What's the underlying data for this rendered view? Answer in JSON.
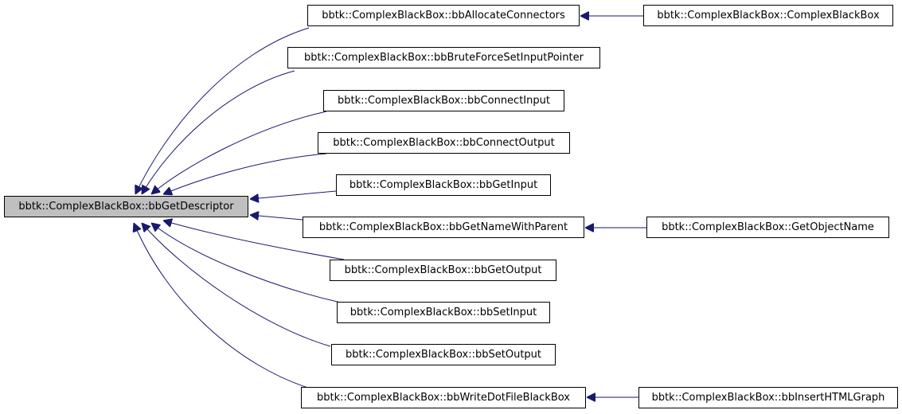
{
  "colors": {
    "edge": "#191970",
    "node_border": "#000000",
    "focus_fill": "#bfbfbf",
    "node_fill": "#ffffff"
  },
  "nodes": {
    "focus": "bbtk::ComplexBlackBox::bbGetDescriptor",
    "allocate_connectors": "bbtk::ComplexBlackBox::bbAllocateConnectors",
    "brute_force": "bbtk::ComplexBlackBox::bbBruteForceSetInputPointer",
    "connect_input": "bbtk::ComplexBlackBox::bbConnectInput",
    "connect_output": "bbtk::ComplexBlackBox::bbConnectOutput",
    "get_input": "bbtk::ComplexBlackBox::bbGetInput",
    "get_name_with_parent": "bbtk::ComplexBlackBox::bbGetNameWithParent",
    "get_output": "bbtk::ComplexBlackBox::bbGetOutput",
    "set_input": "bbtk::ComplexBlackBox::bbSetInput",
    "set_output": "bbtk::ComplexBlackBox::bbSetOutput",
    "write_dot": "bbtk::ComplexBlackBox::bbWriteDotFileBlackBox",
    "complex_black_box": "bbtk::ComplexBlackBox::ComplexBlackBox",
    "get_object_name": "bbtk::ComplexBlackBox::GetObjectName",
    "insert_html_graph": "bbtk::ComplexBlackBox::bbInsertHTMLGraph"
  },
  "edges": [
    {
      "from": "allocate_connectors",
      "to": "focus"
    },
    {
      "from": "brute_force",
      "to": "focus"
    },
    {
      "from": "connect_input",
      "to": "focus"
    },
    {
      "from": "connect_output",
      "to": "focus"
    },
    {
      "from": "get_input",
      "to": "focus"
    },
    {
      "from": "get_name_with_parent",
      "to": "focus"
    },
    {
      "from": "get_output",
      "to": "focus"
    },
    {
      "from": "set_input",
      "to": "focus"
    },
    {
      "from": "set_output",
      "to": "focus"
    },
    {
      "from": "write_dot",
      "to": "focus"
    },
    {
      "from": "complex_black_box",
      "to": "allocate_connectors"
    },
    {
      "from": "get_object_name",
      "to": "get_name_with_parent"
    },
    {
      "from": "insert_html_graph",
      "to": "write_dot"
    }
  ]
}
